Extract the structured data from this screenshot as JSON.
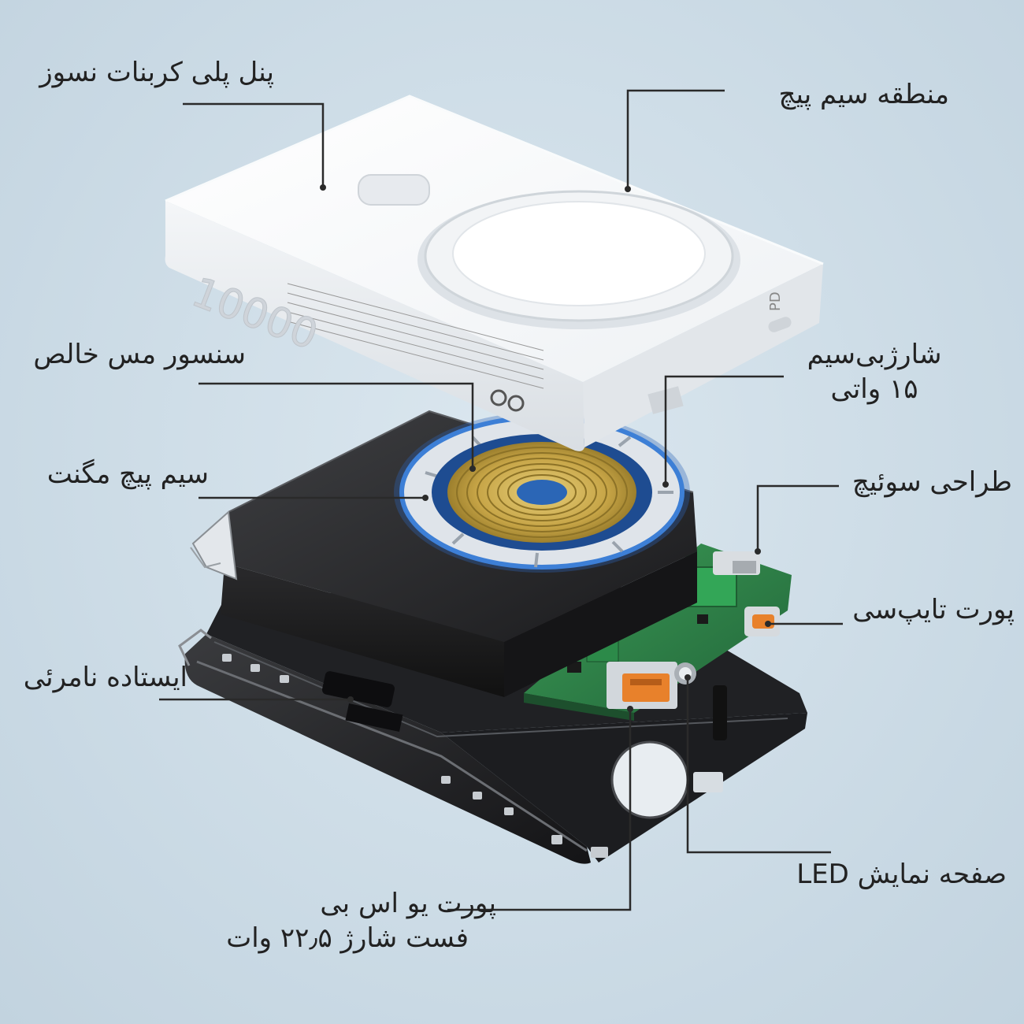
{
  "labels": {
    "polycarbonate_panel": "پنل پلی کربنات نسوز",
    "coil_area": "منطقه سیم پیچ",
    "copper_sensor": "سنسور مس خالص",
    "wireless_charge_line1": "شارژ‌بی‌سیم",
    "wireless_charge_line2": "۱۵ واتی",
    "magnet_coil": "سیم پیچ مگنت",
    "switch_design": "طراحی سوئیچ",
    "typec_port": "پورت تایپ‌سی",
    "hidden_stand": "ایستاده نامرئی",
    "led_display": "صفحه نمایش LED",
    "usb_port_line1": "پورت یو اس بی",
    "usb_port_line2": "فست شارژ ۲۲٫۵ وات"
  },
  "device": {
    "capacity_text": "10000",
    "pd_text": "PD"
  },
  "colors": {
    "background": "#cbdbe6",
    "leader_line": "#2a2a2a",
    "coil_gold": "#c9a94a",
    "pcb_green": "#2f7d43",
    "usb_orange": "#e8812b",
    "ring_blue": "#3d7fd6"
  }
}
